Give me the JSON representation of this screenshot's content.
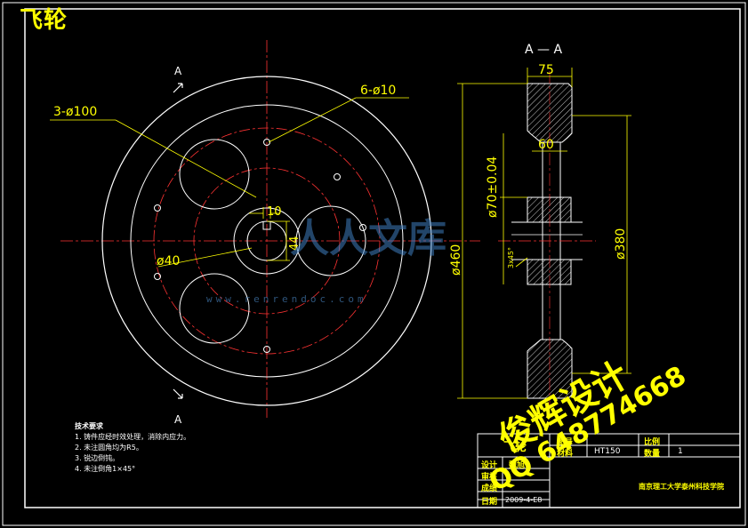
{
  "title": "飞轮",
  "labels": {
    "section_mark": "A",
    "section_title": "A — A",
    "holes_large": "3-ø100",
    "holes_small": "6-ø10",
    "dim_10": "10",
    "dim_44": "44",
    "dim_d40": "ø40",
    "dim_75": "75",
    "dim_60": "60",
    "dim_d70": "ø70±0.04",
    "dim_d460": "ø460",
    "dim_d380": "ø380",
    "dim_3x45": "3x45°"
  },
  "technical_requirements": {
    "heading": "技术要求",
    "items": [
      "1. 铸件应经时效处理，消除内应力。",
      "2. 未注圆角均为R5。",
      "3. 锐边倒钝。",
      "4. 未注倒角1×45°"
    ]
  },
  "title_block": {
    "part_name": "飞轮",
    "drawing_no_label": "图号",
    "scale_label": "比例",
    "material_label": "材料",
    "material_value": "HT150",
    "quantity_label": "数量",
    "quantity_value": "1",
    "designer_label": "设计",
    "designer_value": "魏旭",
    "checker_label": "审核",
    "grade_label": "成绩",
    "date_label": "日期",
    "date_value": "2009-4-E8",
    "school": "南京理工大学泰州科技学院"
  },
  "watermarks": {
    "designer_cn": "俊辉设计",
    "qq": "QQ 648774668",
    "site_cn": "人人文库",
    "url": "www.renrendoc.com"
  },
  "colors": {
    "background": "#000000",
    "outline": "#ffffff",
    "centerline": "#ff3333",
    "dimension": "#ffff00",
    "hatch": "#d0d0d0"
  }
}
